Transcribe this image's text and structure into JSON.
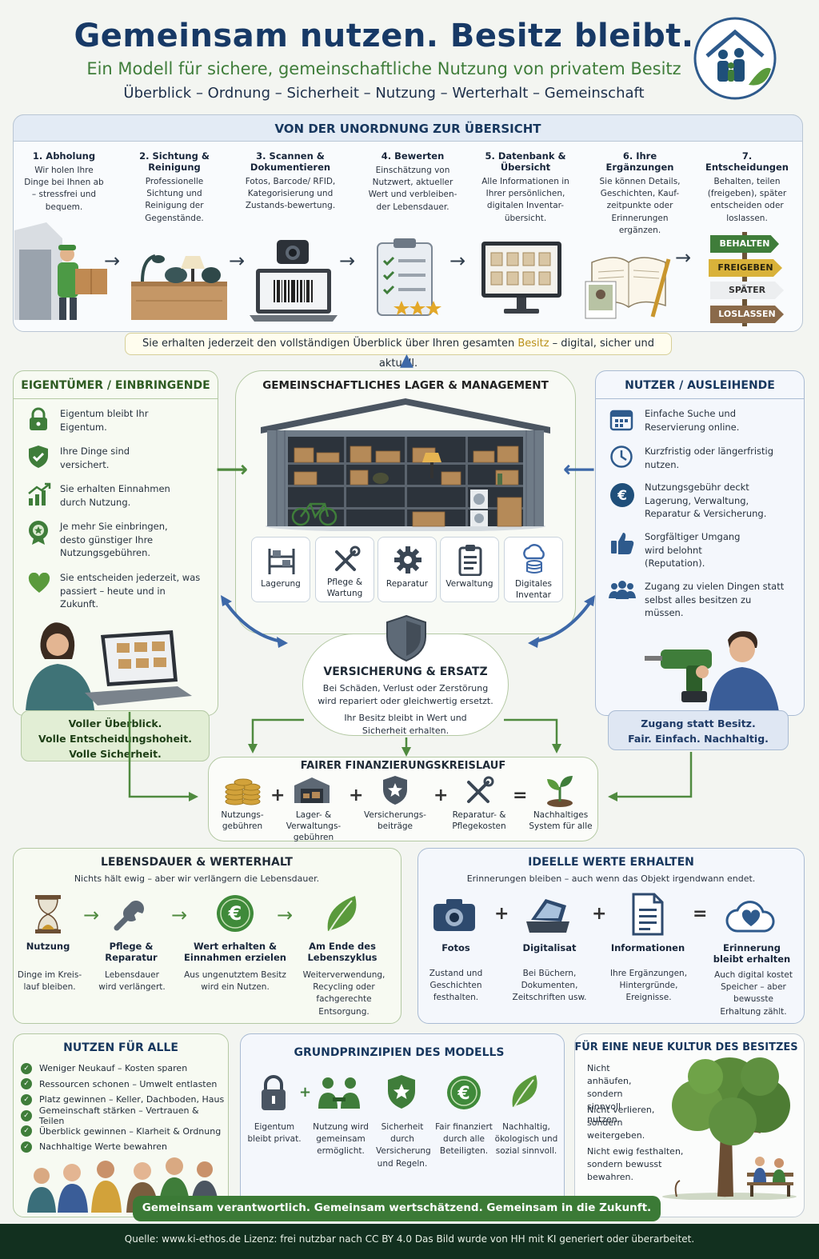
{
  "header": {
    "title": "Gemeinsam nutzen. Besitz bleibt.",
    "subtitle": "Ein Modell für sichere, gemeinschaftliche Nutzung von privatem Besitz",
    "tagline": "Überblick – Ordnung – Sicherheit – Nutzung – Werterhalt – Gemeinschaft"
  },
  "process": {
    "title": "VON DER UNORDNUNG ZUR ÜBERSICHT",
    "steps": [
      {
        "title": "1. Abholung",
        "text": "Wir holen Ihre Dinge bei Ihnen ab – stressfrei und bequem."
      },
      {
        "title": "2. Sichtung & Reinigung",
        "text": "Professionelle Sichtung und Reinigung der Gegenstände."
      },
      {
        "title": "3. Scannen & Dokumentieren",
        "text": "Fotos, Barcode/ RFID, Kategorisierung und Zustands-bewertung."
      },
      {
        "title": "4. Bewerten",
        "text": "Einschätzung von Nutzwert, aktueller Wert und verbleiben-der Lebensdauer."
      },
      {
        "title": "5. Datenbank & Übersicht",
        "text": "Alle Informationen in Ihrer persönlichen, digitalen Inventar-übersicht."
      },
      {
        "title": "6. Ihre Ergänzungen",
        "text": "Sie können Details, Geschichten, Kauf-zeitpunkte oder Erinnerungen ergänzen."
      },
      {
        "title": "7. Entscheidungen",
        "text": "Behalten, teilen (freigeben), später entscheiden oder loslassen."
      }
    ],
    "signs": [
      "BEHALTEN",
      "FREIGEBEN",
      "SPÄTER",
      "LOSLASSEN"
    ],
    "banner_pre": "Sie erhalten jederzeit den vollständigen Überblick über Ihren gesamten ",
    "banner_highlight": "Besitz",
    "banner_post": " – digital, sicher und aktuell."
  },
  "owners": {
    "title": "EIGENTÜMER / EINBRINGENDE",
    "items": [
      {
        "icon": "lock-icon",
        "text": "Eigentum bleibt Ihr Eigentum."
      },
      {
        "icon": "shield-check-icon",
        "text": "Ihre Dinge sind versichert."
      },
      {
        "icon": "growth-chart-icon",
        "text": "Sie erhalten Einnahmen durch Nutzung."
      },
      {
        "icon": "award-badge-icon",
        "text": "Je mehr Sie einbringen, desto günstiger Ihre Nutzungsgebühren."
      },
      {
        "icon": "heart-icon",
        "text": "Sie entscheiden jederzeit, was passiert – heute und in Zukunft."
      }
    ],
    "banner": [
      "Voller Überblick.",
      "Volle Entscheidungshoheit.",
      "Volle Sicherheit."
    ]
  },
  "storage": {
    "title": "GEMEINSCHAFTLICHES LAGER & MANAGEMENT",
    "tiles": [
      "Lagerung",
      "Pflege & Wartung",
      "Reparatur",
      "Verwaltung",
      "Digitales Inventar"
    ]
  },
  "users": {
    "title": "NUTZER / AUSLEIHENDE",
    "items": [
      {
        "icon": "calendar-icon",
        "text": "Einfache Suche und Reservierung online."
      },
      {
        "icon": "clock-icon",
        "text": "Kurzfristig oder längerfristig nutzen."
      },
      {
        "icon": "euro-icon",
        "text": "Nutzungsgebühr deckt Lagerung, Verwaltung, Reparatur & Versicherung."
      },
      {
        "icon": "thumbs-up-icon",
        "text": "Sorgfältiger Umgang wird belohnt (Reputation)."
      },
      {
        "icon": "group-icon",
        "text": "Zugang zu vielen Dingen statt selbst alles besitzen zu müssen."
      }
    ],
    "banner": [
      "Zugang statt Besitz.",
      "Fair. Einfach. Nachhaltig."
    ]
  },
  "insurance": {
    "title": "VERSICHERUNG & ERSATZ",
    "text": "Bei Schäden, Verlust oder Zerstörung wird repariert oder gleichwertig ersetzt.",
    "text2": "Ihr Besitz bleibt in Wert und Sicherheit erhalten."
  },
  "finance": {
    "title": "FAIRER FINANZIERUNGSKREISLAUF",
    "items": [
      "Nutzungs-gebühren",
      "Lager- & Verwaltungs-gebühren",
      "Versicherungs-beiträge",
      "Reparatur- & Pflegekosten",
      "Nachhaltiges System für alle"
    ],
    "ops": [
      "+",
      "+",
      "+",
      "="
    ]
  },
  "lifetime": {
    "title": "LEBENSDAUER & WERTERHALT",
    "subtitle": "Nichts hält ewig – aber wir verlängern die Lebensdauer.",
    "items": [
      {
        "title": "Nutzung",
        "text": "Dinge im Kreis-lauf bleiben."
      },
      {
        "title": "Pflege & Reparatur",
        "text": "Lebensdauer wird verlängert."
      },
      {
        "title": "Wert erhalten & Einnahmen erzielen",
        "text": "Aus ungenutztem Besitz wird ein Nutzen."
      },
      {
        "title": "Am Ende des Lebenszyklus",
        "text": "Weiterverwendung, Recycling oder fachgerechte Entsorgung."
      }
    ]
  },
  "values": {
    "title": "IDEELLE WERTE ERHALTEN",
    "subtitle": "Erinnerungen bleiben – auch wenn das Objekt irgendwann endet.",
    "items": [
      {
        "title": "Fotos",
        "text": "Zustand und Geschichten festhalten."
      },
      {
        "title": "Digitalisat",
        "text": "Bei Büchern, Dokumenten, Zeitschriften usw."
      },
      {
        "title": "Informationen",
        "text": "Ihre Ergänzungen, Hintergründe, Ereignisse."
      },
      {
        "title": "Erinnerung bleibt erhalten",
        "text": "Auch digital kostet Speicher – aber bewusste Erhaltung zählt."
      }
    ],
    "ops": [
      "+",
      "+",
      "="
    ]
  },
  "benefits": {
    "title": "NUTZEN FÜR ALLE",
    "items": [
      "Weniger Neukauf – Kosten sparen",
      "Ressourcen schonen – Umwelt entlasten",
      "Platz gewinnen – Keller, Dachboden, Haus",
      "Gemeinschaft stärken – Vertrauen & Teilen",
      "Überblick gewinnen – Klarheit & Ordnung",
      "Nachhaltige Werte bewahren"
    ]
  },
  "principles": {
    "title": "GRUNDPRINZIPIEN DES MODELLS",
    "items": [
      "Eigentum bleibt privat.",
      "Nutzung wird gemeinsam ermöglicht.",
      "Sicherheit durch Versicherung und Regeln.",
      "Fair finanziert durch alle Beteiligten.",
      "Nachhaltig, ökologisch und sozial sinnvoll."
    ],
    "op": "+"
  },
  "culture": {
    "title": "FÜR EINE NEUE KULTUR DES BESITZES",
    "items": [
      "Nicht anhäufen, sondern sinnvoll nutzen.",
      "Nicht verlieren, sondern weitergeben.",
      "Nicht ewig festhalten, sondern bewusst bewahren."
    ]
  },
  "bottom_banner": "Gemeinsam verantwortlich. Gemeinsam wertschätzend. Gemeinsam in die Zukunft.",
  "footer": "Quelle: www.ki-ethos.de Lizenz: frei nutzbar nach CC BY 4.0 Das Bild wurde von HH mit KI generiert oder überarbeitet.",
  "colors": {
    "navy": "#173966",
    "green": "#3f7d3a",
    "footer_bg": "#12301f",
    "banner_green": "#3b7a36"
  }
}
